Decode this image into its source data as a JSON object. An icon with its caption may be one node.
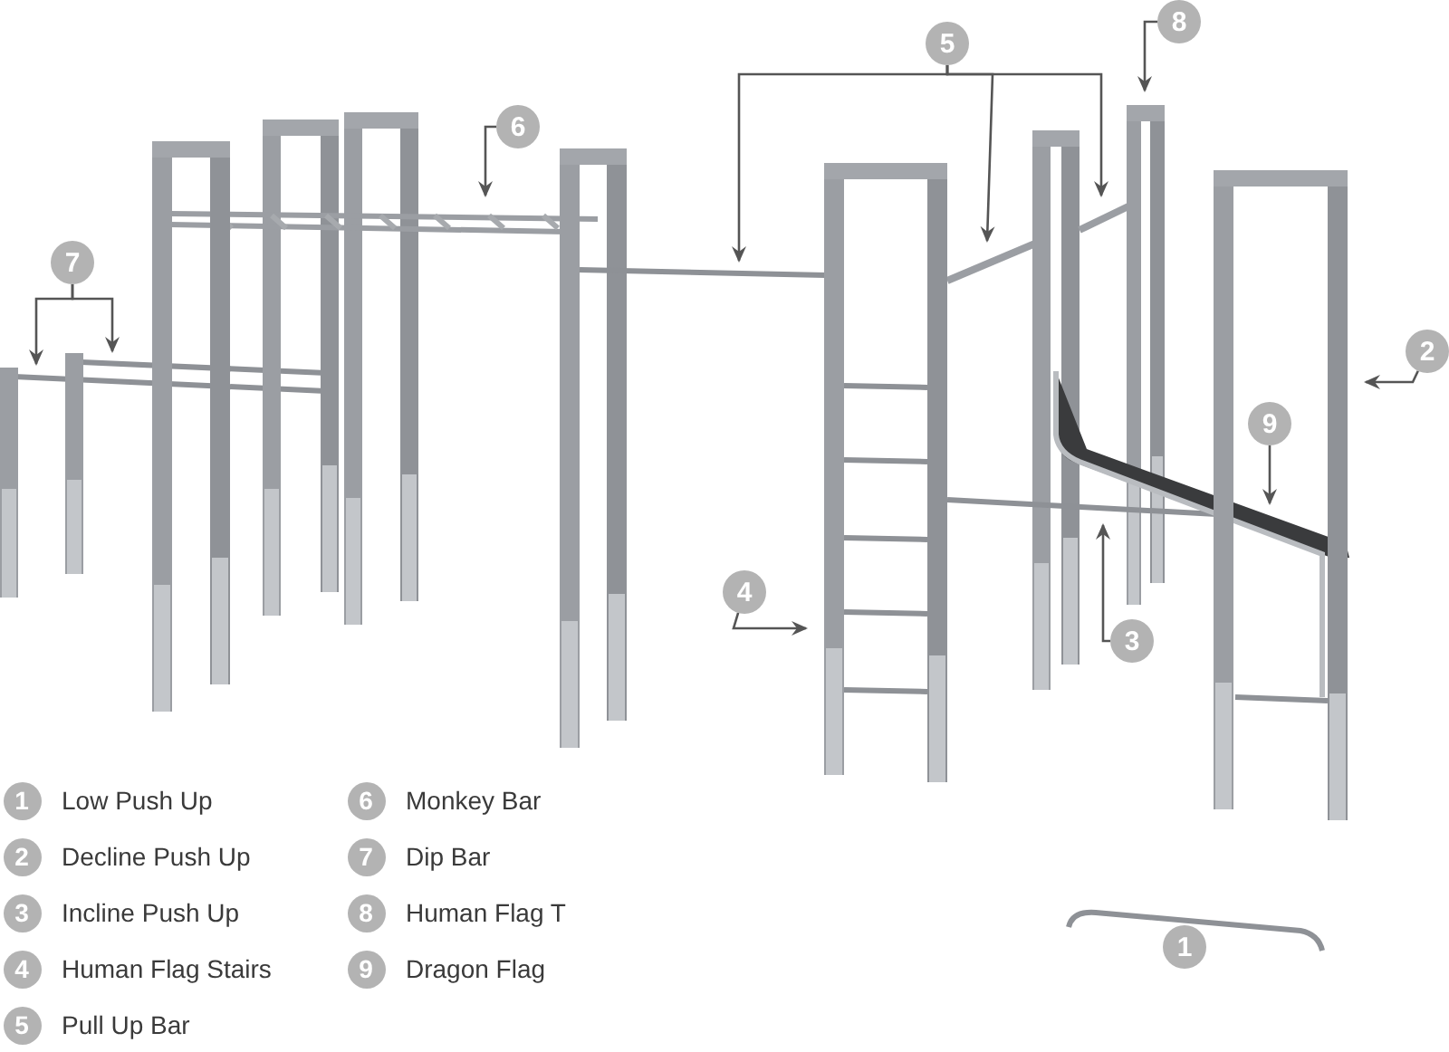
{
  "diagram": {
    "nodes": [
      {
        "text": [
          "5"
        ]
      },
      {
        "text": [
          "8"
        ]
      },
      {
        "text": [
          "6"
        ]
      },
      {
        "text": [
          "7"
        ]
      },
      {
        "text": [
          "2"
        ]
      },
      {
        "text": [
          "9"
        ]
      },
      {
        "text": [
          "4"
        ]
      },
      {
        "text": [
          "3"
        ]
      },
      {
        "text": [
          "1"
        ]
      },
      {
        "text": [
          "1"
        ],
        "beside": [
          "Low Push Up"
        ]
      },
      {
        "text": [
          "2"
        ],
        "beside": [
          "Decline Push Up"
        ]
      },
      {
        "text": [
          "3"
        ],
        "beside": [
          "Incline Push Up"
        ]
      },
      {
        "text": [
          "4"
        ],
        "beside": [
          "Human Flag Stairs"
        ]
      },
      {
        "text": [
          "5"
        ],
        "beside": [
          "Pull Up Bar"
        ]
      },
      {
        "text": [
          "6"
        ],
        "beside": [
          "Monkey Bar"
        ]
      },
      {
        "text": [
          "7"
        ],
        "beside": [
          "Dip Bar"
        ]
      },
      {
        "text": [
          "8"
        ],
        "beside": [
          "Human Flag T"
        ]
      },
      {
        "text": [
          "9"
        ],
        "beside": [
          "Dragon Flag"
        ]
      }
    ],
    "edges": [
      {
        "from": 0,
        "to": null,
        "arrow": "to"
      },
      {
        "from": 0,
        "to": null,
        "arrow": "to"
      },
      {
        "from": 0,
        "to": null,
        "arrow": "to"
      },
      {
        "from": 1,
        "to": null,
        "arrow": "to"
      },
      {
        "from": 2,
        "to": null,
        "arrow": "to"
      },
      {
        "from": 3,
        "to": null,
        "arrow": "to"
      },
      {
        "from": 3,
        "to": null,
        "arrow": "to"
      },
      {
        "from": 4,
        "to": null,
        "arrow": "to"
      },
      {
        "from": 5,
        "to": null,
        "arrow": "to"
      },
      {
        "from": 6,
        "to": null,
        "arrow": "to"
      },
      {
        "from": 7,
        "to": null,
        "arrow": "to"
      }
    ]
  }
}
